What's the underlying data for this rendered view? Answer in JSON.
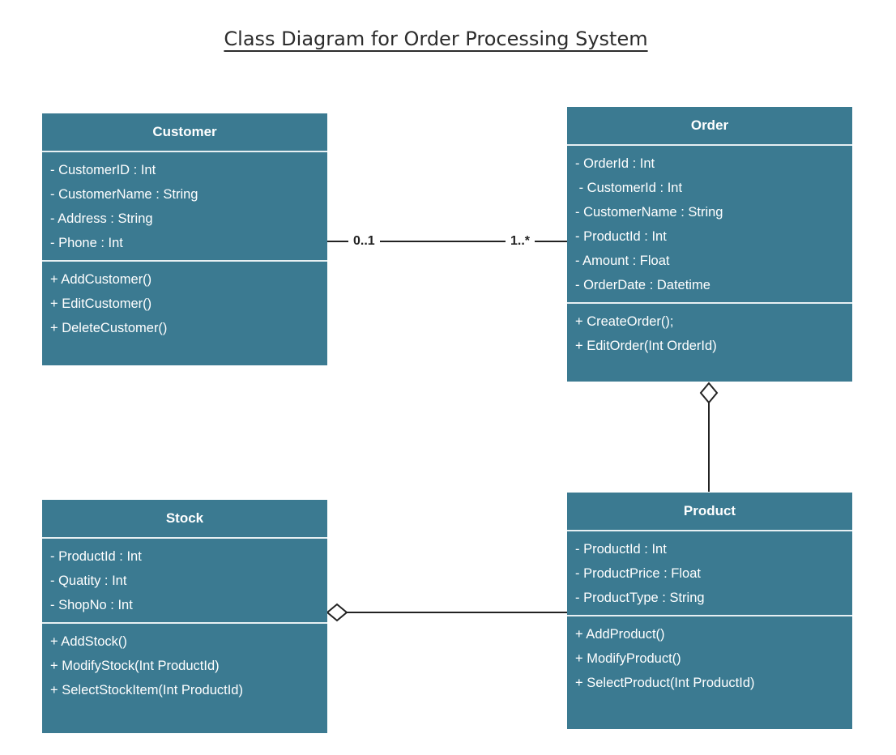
{
  "title": "Class Diagram for Order Processing System",
  "classes": {
    "customer": {
      "name": "Customer",
      "attributes": [
        "- CustomerID : Int",
        "- CustomerName : String",
        "- Address : String",
        "- Phone : Int"
      ],
      "methods": [
        "+ AddCustomer()",
        "+ EditCustomer()",
        "+ DeleteCustomer()"
      ]
    },
    "order": {
      "name": "Order",
      "attributes": [
        "- OrderId : Int",
        " - CustomerId : Int",
        "- CustomerName : String",
        "- ProductId : Int",
        "- Amount : Float",
        "- OrderDate : Datetime"
      ],
      "methods": [
        "+ CreateOrder();",
        "+ EditOrder(Int OrderId)"
      ]
    },
    "stock": {
      "name": "Stock",
      "attributes": [
        "- ProductId : Int",
        "- Quatity : Int",
        "- ShopNo : Int"
      ],
      "methods": [
        "+ AddStock()",
        "+ ModifyStock(Int ProductId)",
        "+ SelectStockItem(Int ProductId)"
      ]
    },
    "product": {
      "name": "Product",
      "attributes": [
        "- ProductId : Int",
        "- ProductPrice : Float",
        "- ProductType : String"
      ],
      "methods": [
        "+ AddProduct()",
        "+ ModifyProduct()",
        "+ SelectProduct(Int ProductId)"
      ]
    }
  },
  "relations": {
    "customer_order": {
      "source_multiplicity": "0..1",
      "target_multiplicity": "1..*"
    }
  },
  "colors": {
    "class_fill": "#3b7a91",
    "class_text": "#ffffff",
    "divider": "#e7f0f3",
    "line": "#222222"
  }
}
